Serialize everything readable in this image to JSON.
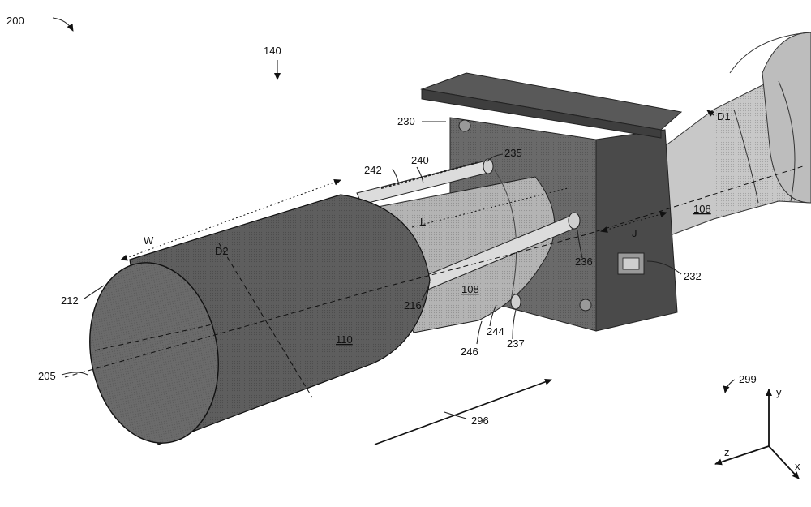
{
  "labels": {
    "fig": "200",
    "assembly": "140",
    "bracket": "230",
    "rod_top": "235",
    "rod_top_end": "240",
    "thread": "242",
    "dim_w": "W",
    "dim_d2": "D2",
    "rim": "212",
    "edge_216": "216",
    "part_108_front": "108",
    "part_110": "110",
    "rod_end": "236",
    "clip": "232",
    "dim_j": "J",
    "dim_l": "L",
    "dim_d1": "D1",
    "part_108_rear": "108",
    "rod_low": "244",
    "rod_low_end": "237",
    "rod_low_body": "246",
    "axis": "205",
    "motion": "296",
    "frame": "299",
    "axis_y": "y",
    "axis_z": "z",
    "axis_x": "x"
  },
  "colors": {
    "outer_cylinder": "#5e5e5e",
    "front_face": "#6b6b6b",
    "inner_tube": "#b4b4b4",
    "rear_pipe": "#c8c8c8",
    "bracket": "#6a6a6a",
    "bracket_top": "#595959",
    "rod": "#dcdcdc"
  }
}
